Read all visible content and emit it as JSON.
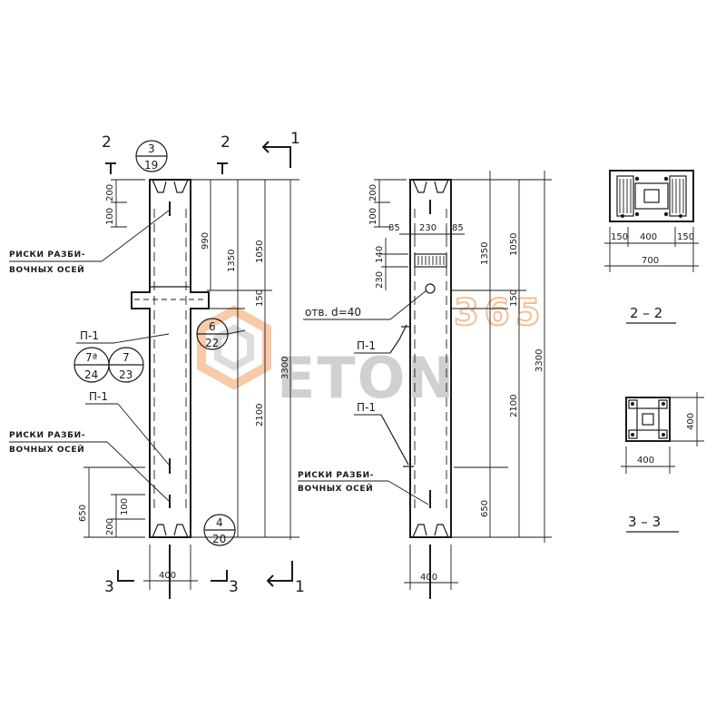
{
  "watermark": {
    "text": "ETON",
    "number": "365",
    "color_text": "#7b7b7b",
    "color_accent": "#f08a3c"
  },
  "left_elevation": {
    "section_marks": {
      "top_left": "2",
      "top_right": "2",
      "cut_1": "1",
      "bottom_left": "3",
      "bottom_right": "3",
      "bottom_cut_1": "1"
    },
    "callouts": [
      {
        "top": "3",
        "bottom": "19"
      },
      {
        "top": "6",
        "bottom": "22"
      },
      {
        "top": "7ª",
        "bottom": "24"
      },
      {
        "top": "7",
        "bottom": "23"
      },
      {
        "top": "4",
        "bottom": "20"
      }
    ],
    "labels": {
      "risks_top_l1": "РИСКИ РАЗБИ-",
      "risks_top_l2": "ВОЧНЫХ ОСЕЙ",
      "risks_bot_l1": "РИСКИ РАЗБИ-",
      "risks_bot_l2": "ВОЧНЫХ ОСЕЙ",
      "p1_a": "П-1",
      "p1_b": "П-1"
    },
    "dims": {
      "d200": "200",
      "d100": "100",
      "d990": "990",
      "d1350": "1350",
      "d1050": "1050",
      "d150": "150",
      "d2100": "2100",
      "d3300": "3300",
      "d650": "650",
      "d100b": "100",
      "d200b": "200",
      "width": "400"
    }
  },
  "right_elevation": {
    "labels": {
      "hole": "отв. d=40",
      "p1_a": "П-1",
      "p1_b": "П-1",
      "risks_l1": "РИСКИ РАЗБИ-",
      "risks_l2": "ВОЧНЫХ ОСЕЙ"
    },
    "dims": {
      "d200": "200",
      "d100": "100",
      "d85a": "85",
      "d230": "230",
      "d85b": "85",
      "d230v": "230",
      "d140": "140",
      "d1350": "1350",
      "d1050": "1050",
      "d150": "150",
      "d2100": "2100",
      "d3300": "3300",
      "d650": "650",
      "width": "400"
    }
  },
  "section_2_2": {
    "title": "2 – 2",
    "dims": {
      "left": "150",
      "mid": "400",
      "right": "150",
      "total": "700"
    }
  },
  "section_3_3": {
    "title": "3 – 3",
    "dims": {
      "width": "400",
      "height": "400"
    }
  }
}
